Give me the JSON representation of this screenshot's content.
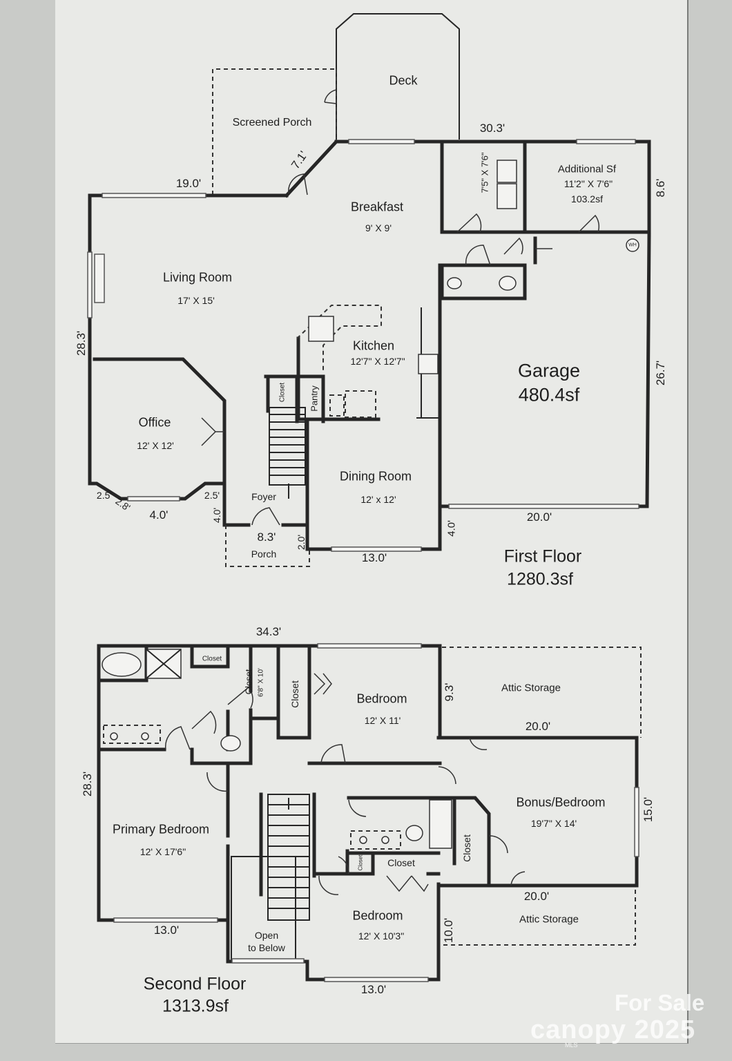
{
  "first_floor": {
    "title": "First Floor",
    "area": "1280.3sf",
    "rooms": {
      "deck": "Deck",
      "screened_porch": "Screened Porch",
      "breakfast": "Breakfast",
      "breakfast_dim": "9' X 9'",
      "laundry_dim": "7'5\" X 7'6\"",
      "additional": "Additional Sf",
      "additional_dim": "11'2\" X 7'6\"",
      "additional_area": "103.2sf",
      "living": "Living Room",
      "living_dim": "17' X 15'",
      "kitchen": "Kitchen",
      "kitchen_dim": "12'7\" X 12'7\"",
      "garage": "Garage",
      "garage_area": "480.4sf",
      "office": "Office",
      "office_dim": "12' X 12'",
      "closet": "Closet",
      "pantry": "Pantry",
      "dining": "Dining Room",
      "dining_dim": "12' x 12'",
      "foyer": "Foyer",
      "porch": "Porch",
      "wh": "WH"
    },
    "measurements": {
      "d_30_3": "30.3'",
      "d_19_0": "19.0'",
      "d_7_1": "7.1'",
      "d_8_6": "8.6'",
      "d_28_3": "28.3'",
      "d_26_7": "26.7'",
      "d_2_5a": "2.5'",
      "d_2_8": "2.8'",
      "d_4_0a": "4.0'",
      "d_2_5b": "2.5'",
      "d_4_0b": "4.0'",
      "d_8_3": "8.3'",
      "d_2_0": "2.0'",
      "d_13_0": "13.0'",
      "d_4_0c": "4.0'",
      "d_20_0": "20.0'"
    }
  },
  "second_floor": {
    "title": "Second Floor",
    "area": "1313.9sf",
    "rooms": {
      "closet_top": "Closet",
      "closet_wic": "Closet",
      "closet_wic_dim": "6'8\" X 10'",
      "closet_hall": "Closet",
      "bedroom1": "Bedroom",
      "bedroom1_dim": "12' X 11'",
      "attic1": "Attic Storage",
      "primary": "Primary Bedroom",
      "primary_dim": "12' X 17'6\"",
      "bonus": "Bonus/Bedroom",
      "bonus_dim": "19'7\" X 14'",
      "closet_small": "Closet",
      "closet_bath": "Closet",
      "closet_bonus": "Closet",
      "attic2": "Attic Storage",
      "bedroom2": "Bedroom",
      "bedroom2_dim": "12' X 10'3\"",
      "open_below": "Open",
      "open_below2": "to Below"
    },
    "measurements": {
      "d_34_3": "34.3'",
      "d_9_3": "9.3'",
      "d_20_0a": "20.0'",
      "d_28_3": "28.3'",
      "d_15_0": "15.0'",
      "d_20_0b": "20.0'",
      "d_13_0a": "13.0'",
      "d_10_0": "10.0'",
      "d_13_0b": "13.0'"
    }
  },
  "watermark": {
    "for_sale": "For Sale",
    "brand": "canopy 2025",
    "mls": "MLS"
  }
}
